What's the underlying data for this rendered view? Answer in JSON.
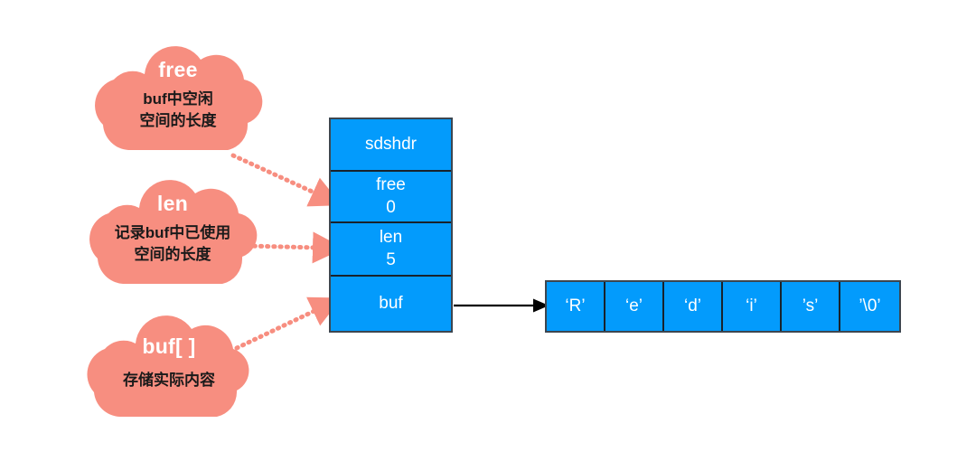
{
  "colors": {
    "cloud_fill": "#F78E80",
    "box_fill": "#039BFC",
    "box_border": "#3c4650",
    "row_divider": "#18222c",
    "dotted_arrow": "#F78E80",
    "solid_arrow": "#000000",
    "cloud_title_text": "#ffffff",
    "cloud_desc_text": "#1a1a1a",
    "box_text": "#ffffff",
    "background": "#ffffff"
  },
  "clouds": [
    {
      "id": "free",
      "title": "free",
      "description": "buf中空闲\n空间的长度"
    },
    {
      "id": "len",
      "title": "len",
      "description": "记录buf中已使用\n空间的长度"
    },
    {
      "id": "buf",
      "title": "buf[ ]",
      "description": "存储实际内容"
    }
  ],
  "struct": {
    "name": "sdshdr",
    "rows": [
      {
        "id": "sdshdr",
        "label": "sdshdr",
        "value": ""
      },
      {
        "id": "free",
        "label": "free",
        "value": "0"
      },
      {
        "id": "len",
        "label": "len",
        "value": "5"
      },
      {
        "id": "buf",
        "label": "buf",
        "value": ""
      }
    ]
  },
  "char_array": {
    "cells": [
      "‘R’",
      "‘e’",
      "‘d’",
      "‘i’",
      "’s’",
      "’\\0’"
    ]
  },
  "connectors": [
    {
      "id": "free-to-row",
      "style": "dotted",
      "from": "cloud-free",
      "to": "struct-row-free"
    },
    {
      "id": "len-to-row",
      "style": "dotted",
      "from": "cloud-len",
      "to": "struct-row-len"
    },
    {
      "id": "buf-to-row",
      "style": "dotted",
      "from": "cloud-buf",
      "to": "struct-row-buf"
    },
    {
      "id": "buf-to-array",
      "style": "solid",
      "from": "struct-row-buf",
      "to": "char-array"
    }
  ]
}
